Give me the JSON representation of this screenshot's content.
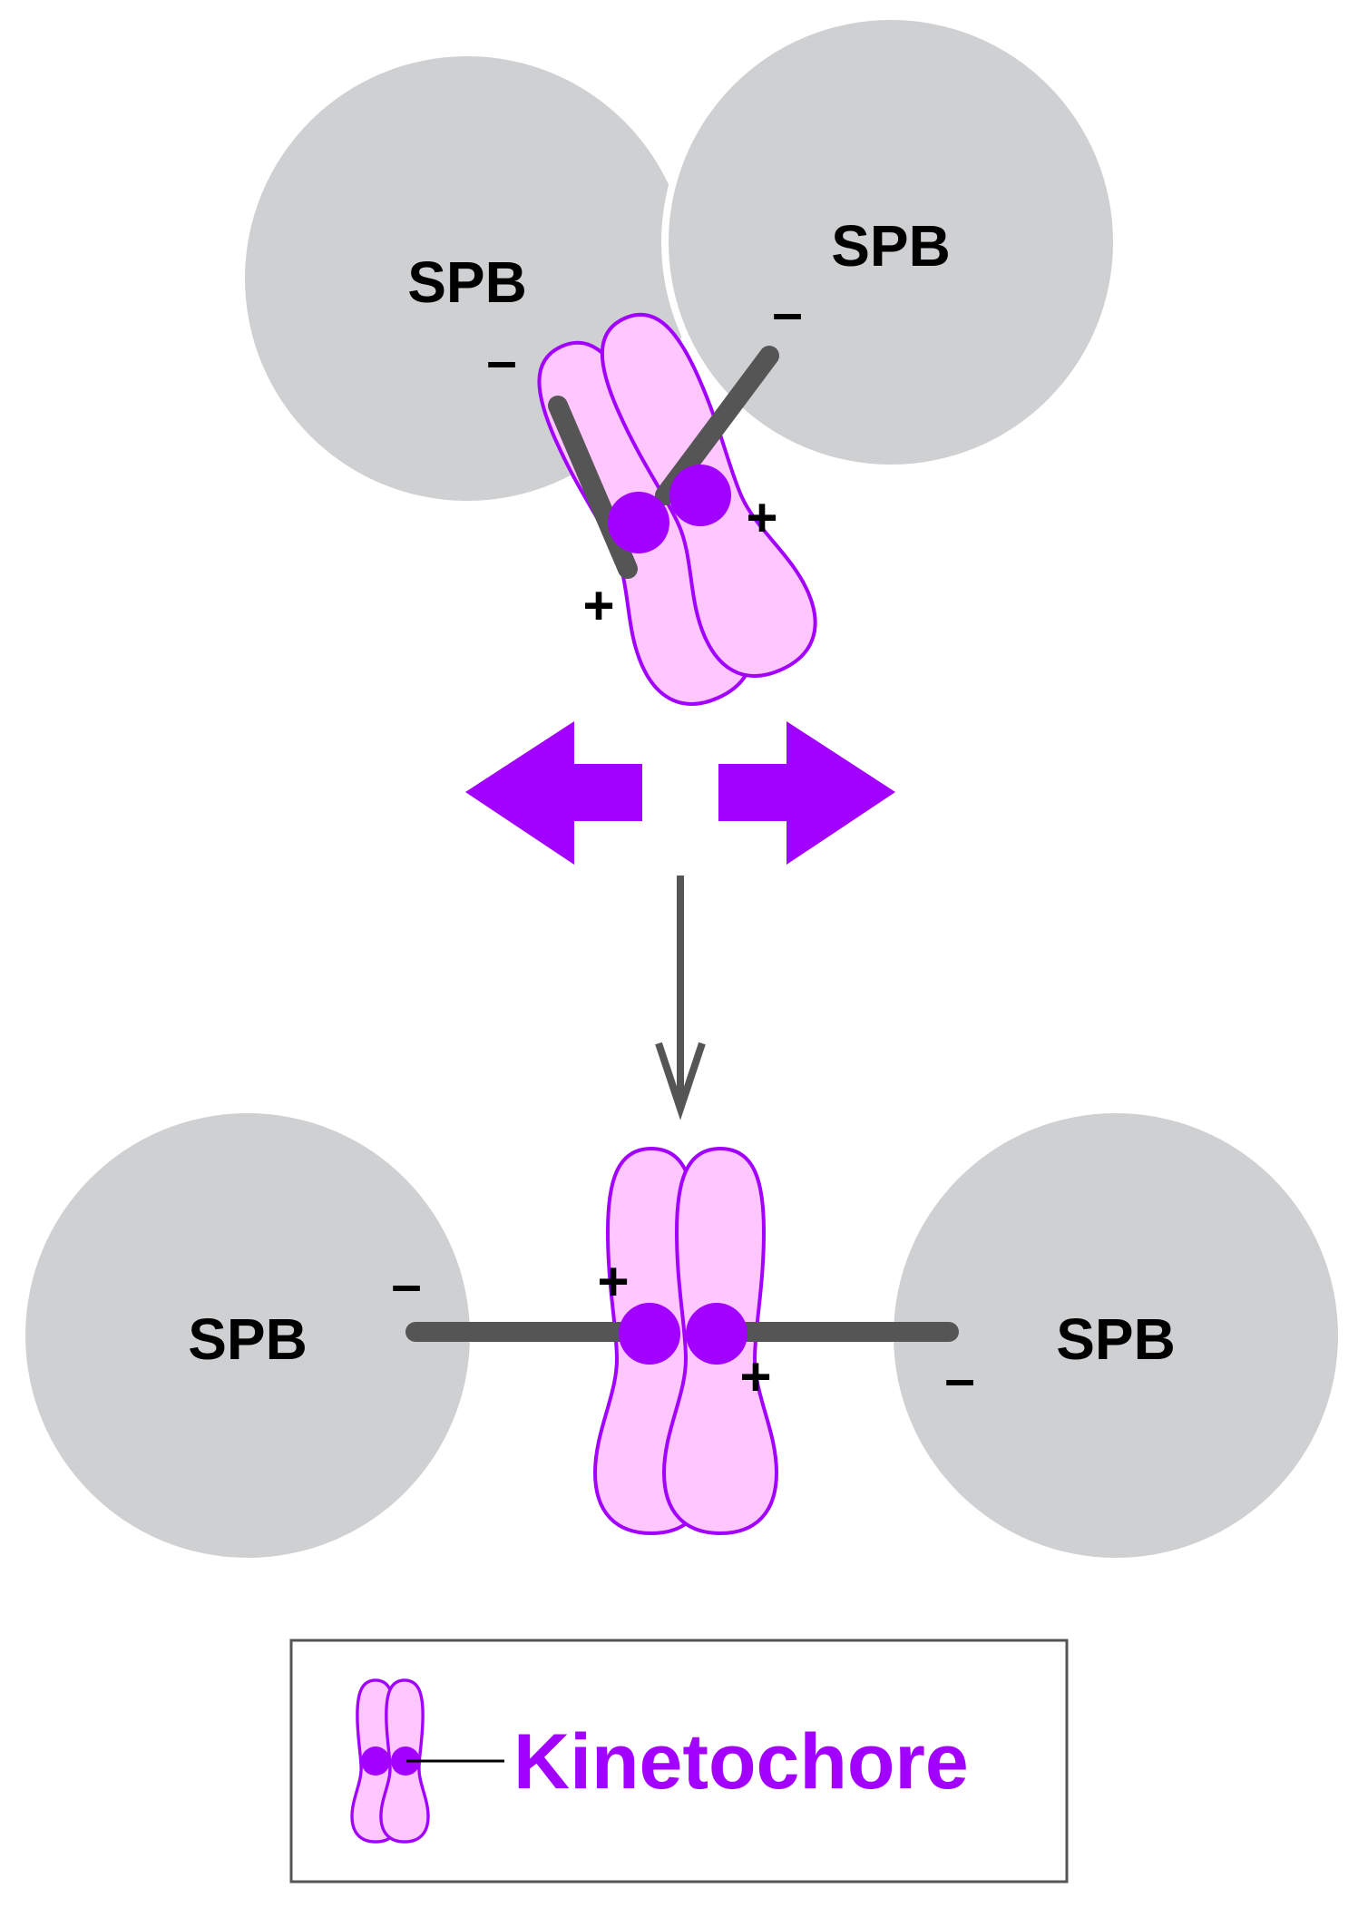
{
  "colors": {
    "spb_fill": "#cfd0d2",
    "microtubule": "#555555",
    "chromatid_fill": "#ffc6ff",
    "chromatid_stroke": "#a200ff",
    "kinetochore": "#a200ff",
    "arrow": "#a200ff",
    "legend_text": "#a200ff",
    "legend_border": "#555555"
  },
  "top": {
    "spb_left_label": "SPB",
    "spb_right_label": "SPB",
    "minus_left": "–",
    "minus_right": "–",
    "plus_left": "+",
    "plus_right": "+"
  },
  "bottom": {
    "spb_left_label": "SPB",
    "spb_right_label": "SPB",
    "minus_left": "–",
    "plus_left": "+",
    "plus_right": "+",
    "minus_right": "–"
  },
  "legend": {
    "label": "Kinetochore"
  },
  "icons": [
    "double-arrow-icon",
    "down-arrow-icon",
    "chromosome-icon"
  ]
}
